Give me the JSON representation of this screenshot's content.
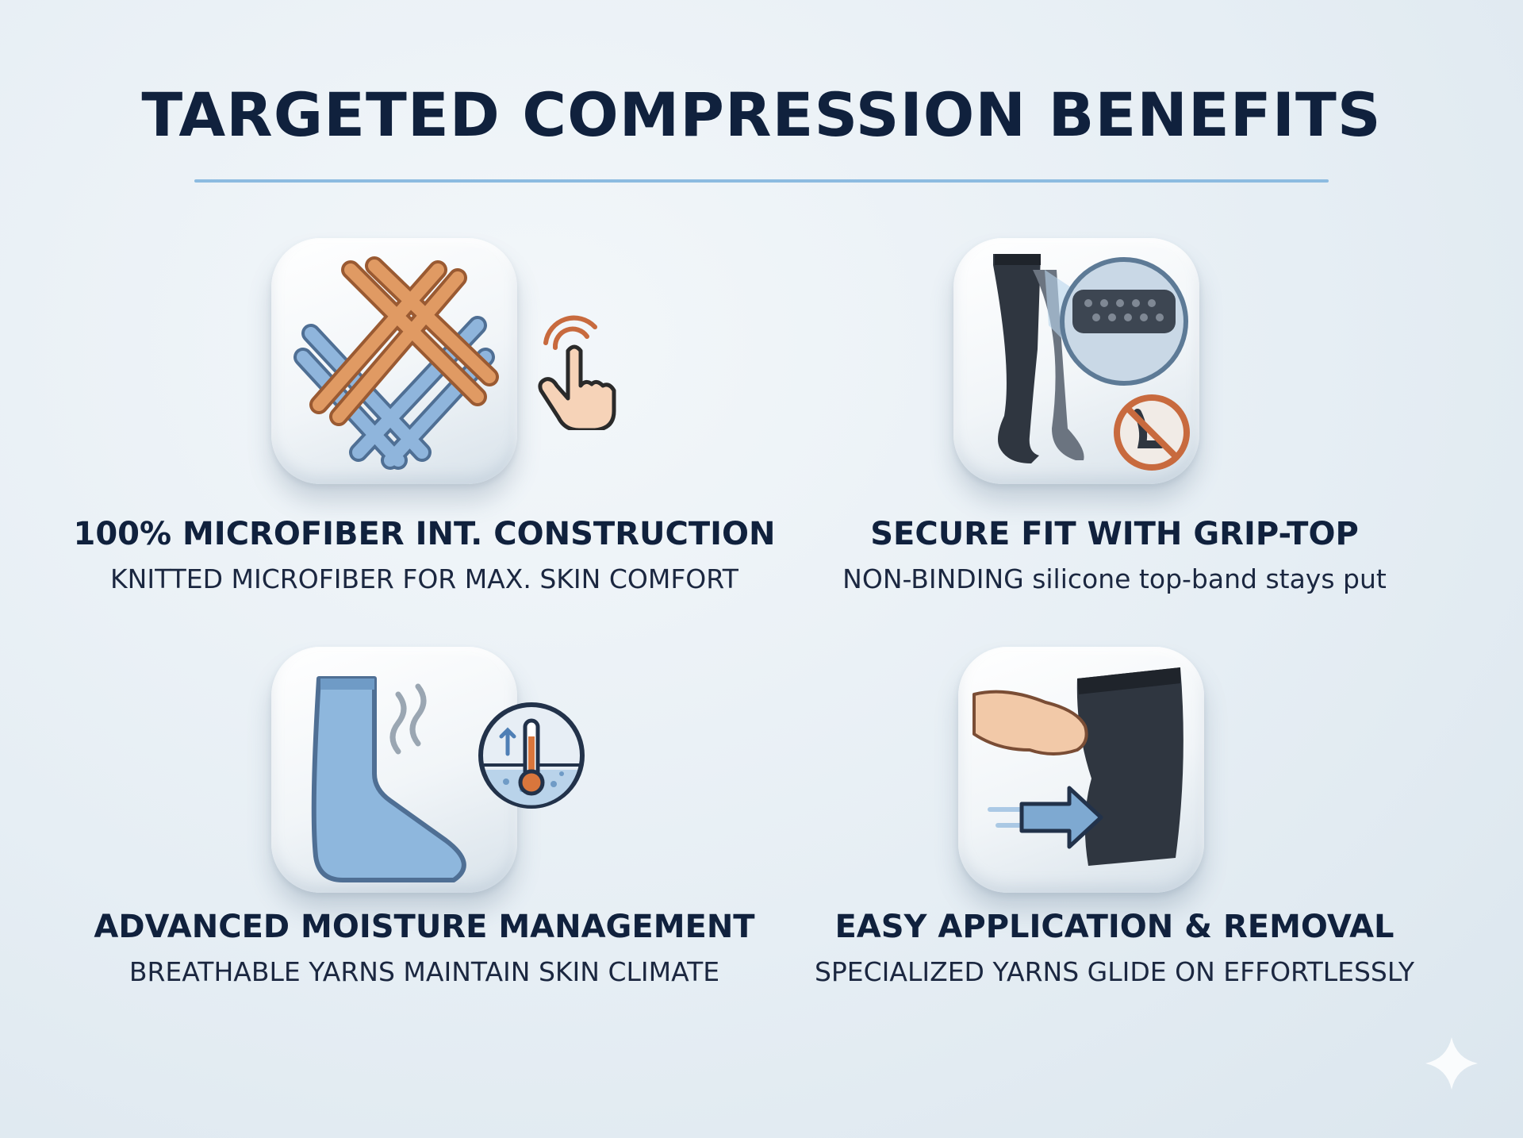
{
  "title": "TARGETED COMPRESSION BENEFITS",
  "features": [
    {
      "heading": "100% MICROFIBER INT. CONSTRUCTION",
      "subtext": "KNITTED MICROFIBER FOR MAX. SKIN COMFORT",
      "icon": "woven-fibers-icon",
      "secondary_icon": "touch-hand-icon"
    },
    {
      "heading": "SECURE FIT WITH GRIP-TOP",
      "subtext": "NON-BINDING silicone top-band stays put",
      "icon": "thigh-stocking-icon",
      "secondary_icon": "no-slip-icon"
    },
    {
      "heading": "ADVANCED MOISTURE MANAGEMENT",
      "subtext": "BREATHABLE YARNS MAINTAIN SKIN CLIMATE",
      "icon": "sock-foot-icon",
      "secondary_icon": "thermometer-icon"
    },
    {
      "heading": "EASY APPLICATION & REMOVAL",
      "subtext": "SPECIALIZED YARNS GLIDE ON EFFORTLESSLY",
      "icon": "pulling-stocking-icon",
      "secondary_icon": "arrow-right-icon"
    }
  ],
  "colors": {
    "title": "#10213d",
    "rule": "#8cbbe0",
    "fiber_orange": "#d98a52",
    "fiber_blue": "#7ea9d1",
    "stocking": "#2f3640",
    "no_symbol": "#c86a3e"
  }
}
